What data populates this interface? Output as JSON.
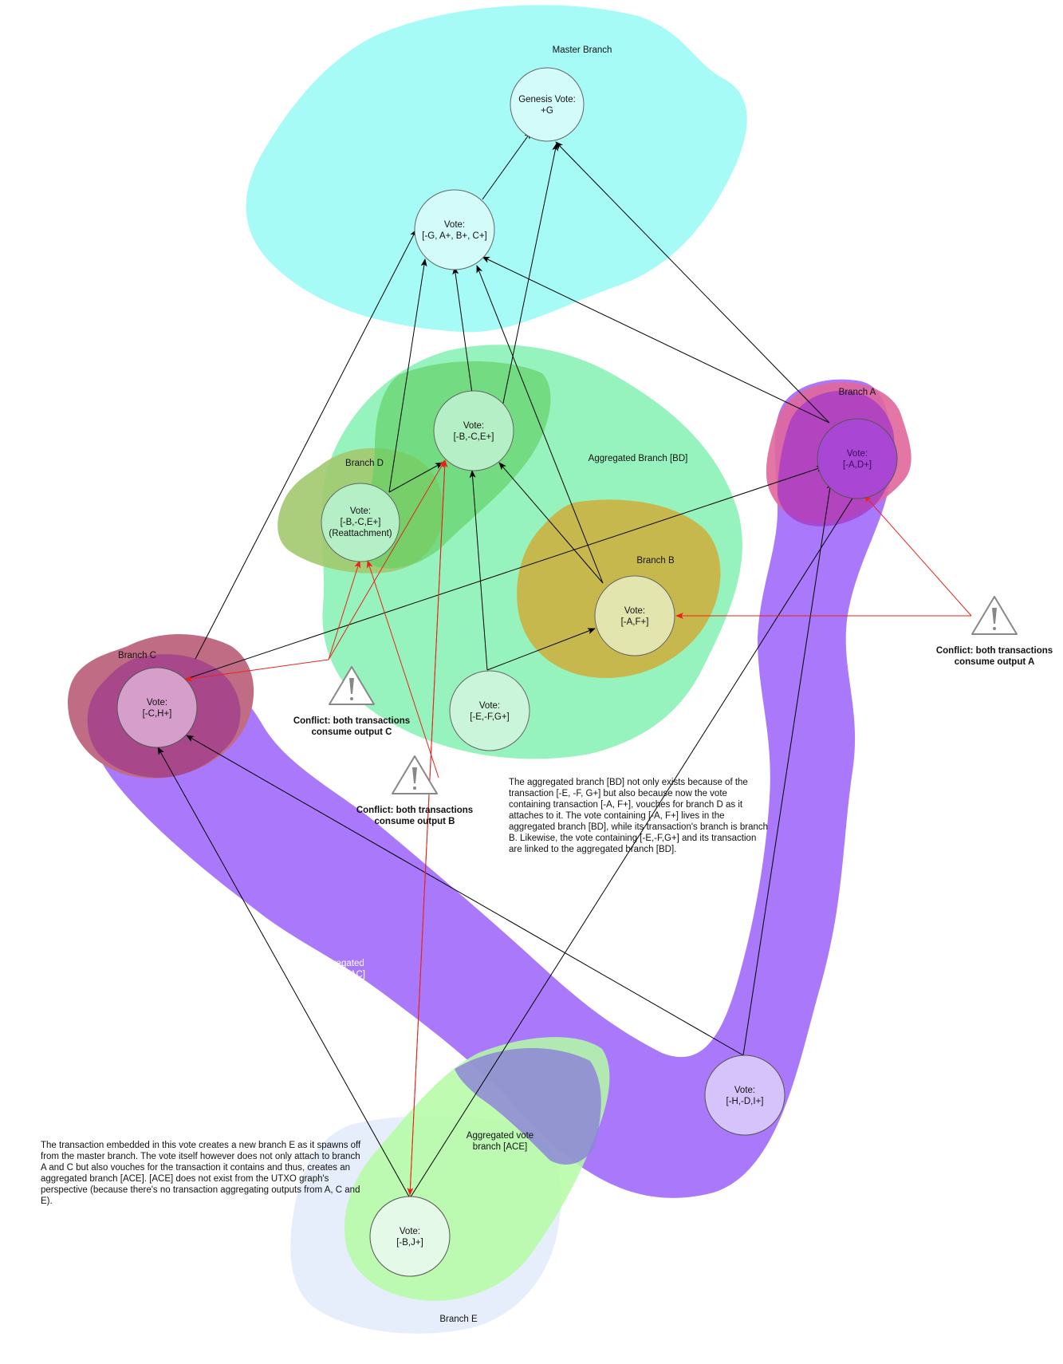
{
  "regions": {
    "master": {
      "label": "Master Branch"
    },
    "branch_a": {
      "label": "Branch A"
    },
    "branch_b": {
      "label": "Branch B"
    },
    "branch_c": {
      "label": "Branch C"
    },
    "branch_d": {
      "label": "Branch D"
    },
    "branch_e": {
      "label": "Branch E"
    },
    "aggregated_bd": {
      "label": "Aggregated Branch [BD]"
    },
    "aggregated_ac": {
      "label_line1": "Aggregated",
      "label_line2": "Branch [AC]"
    },
    "aggregated_ace": {
      "label_line1": "Aggregated vote",
      "label_line2": "branch [ACE]"
    }
  },
  "nodes": {
    "genesis": {
      "line1": "Genesis Vote:",
      "line2": "+G"
    },
    "vote_g": {
      "line1": "Vote:",
      "line2": "[-G, A+, B+, C+]"
    },
    "vote_bce": {
      "line1": "Vote:",
      "line2": "[-B,-C,E+]"
    },
    "vote_reattach": {
      "line1": "Vote:",
      "line2": "[-B,-C,E+]",
      "line3": "(Reattachment)"
    },
    "vote_af": {
      "line1": "Vote:",
      "line2": "[-A,F+]"
    },
    "vote_efg": {
      "line1": "Vote:",
      "line2": "[-E,-F,G+]"
    },
    "vote_ad": {
      "line1": "Vote:",
      "line2": "[-A,D+]"
    },
    "vote_ch": {
      "line1": "Vote:",
      "line2": "[-C,H+]"
    },
    "vote_hdi": {
      "line1": "Vote:",
      "line2": "[-H,-D,I+]"
    },
    "vote_bj": {
      "line1": "Vote:",
      "line2": "[-B,J+]"
    }
  },
  "conflicts": {
    "c": {
      "line1": "Conflict: both transactions",
      "line2": "consume output C"
    },
    "b": {
      "line1": "Conflict: both transactions",
      "line2": "consume output B"
    },
    "a": {
      "line1": "Conflict: both transactions",
      "line2": "consume output A"
    }
  },
  "notes": {
    "bd": "The aggregated branch [BD] not only exists because of the transaction [-E, -F, G+] but also because now the vote containing transaction [-A, F+], vouches for branch D as it attaches to it. The vote containing [-A, F+] lives in the aggregated branch [BD], while its transaction's branch is branch B. Likewise, the vote containing [-E,-F,G+] and its transaction are linked to the aggregated branch [BD].",
    "e": "The transaction embedded in this vote creates a new branch E as it spawns off from the master branch. The vote itself however does not only attach to branch A and C but also vouches for the transaction it contains and thus, creates an aggregated branch [ACE]. [ACE] does not exist from the UTXO graph's perspective (because there's no transaction aggregating outputs from A, C and E)."
  },
  "colors": {
    "master": "#a6fbf6",
    "aggregated_bd": "#8cf2b6",
    "branch_d": "#a2c96f",
    "branch_d_overlap": "#5fcf63",
    "branch_b": "#c7b84e",
    "aggregated_ac": "#a978fb",
    "branch_a": "#e0679b",
    "branch_c": "#c06c84",
    "aggregated_ace": "#b4fba4",
    "branch_e": "#e6eefb",
    "edge": "#000000",
    "conflict_edge": "#e8231a"
  }
}
